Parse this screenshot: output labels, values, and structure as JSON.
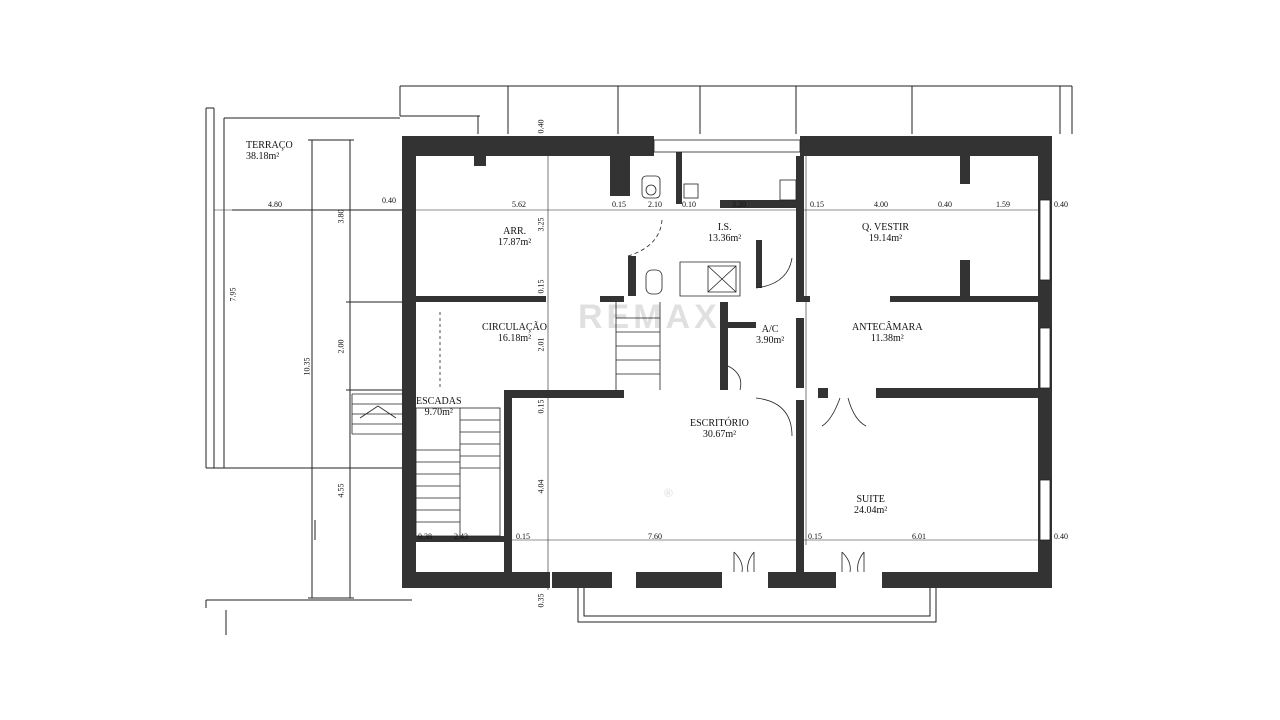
{
  "watermark": {
    "text": "REMAX",
    "mark": "®"
  },
  "rooms": [
    {
      "name": "TERRAÇO",
      "area": "38.18m²"
    },
    {
      "name": "ARR.",
      "area": "17.87m²"
    },
    {
      "name": "I.S.",
      "area": "13.36m²"
    },
    {
      "name": "Q. VESTIR",
      "area": "19.14m²"
    },
    {
      "name": "CIRCULAÇÃO",
      "area": "16.18m²"
    },
    {
      "name": "A/C",
      "area": "3.90m²"
    },
    {
      "name": "ANTECÂMARA",
      "area": "11.38m²"
    },
    {
      "name": "ESCADAS",
      "area": "9.70m²"
    },
    {
      "name": "ESCRITÓRIO",
      "area": "30.67m²"
    },
    {
      "name": "SUITE",
      "area": "24.04m²"
    }
  ],
  "dimensions": {
    "top_row": [
      "4.80",
      "0.40",
      "5.62",
      "0.15",
      "2.10",
      "0.10",
      "3.20",
      "0.15",
      "4.00",
      "0.40",
      "1.59",
      "0.40"
    ],
    "bottom_row": [
      "0.38",
      "2.43",
      "0.15",
      "7.60",
      "0.15",
      "6.01",
      "0.40"
    ],
    "vertical": [
      "0.40",
      "3.25",
      "0.15",
      "2.01",
      "0.15",
      "4.04",
      "0.35",
      "3.80",
      "2.00",
      "10.35",
      "7.95",
      "4.55"
    ]
  }
}
